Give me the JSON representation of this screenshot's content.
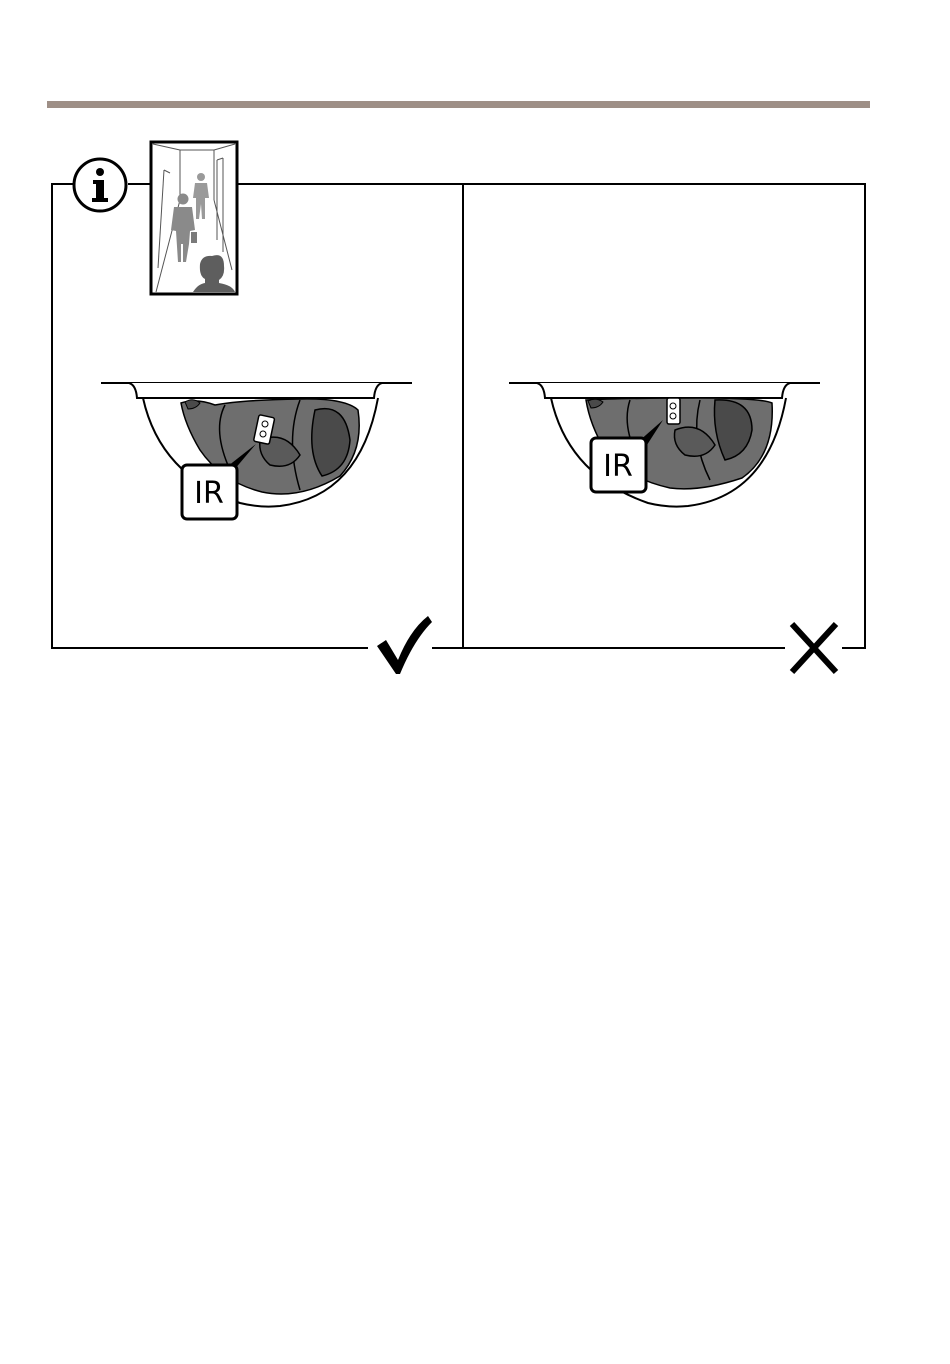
{
  "colors": {
    "header_rule": "#9e8f86",
    "frame": "#000000",
    "camera_body": "#6e6e6e",
    "camera_dark": "#4a4a4a",
    "silhouette": "#8a8a8a",
    "silhouette_dark": "#5e5e5e"
  },
  "header": {},
  "info": {
    "icon": "info-icon",
    "scene_thumbnail": "corridor-view-thumbnail"
  },
  "panels": {
    "correct": {
      "badge_text": "IR",
      "result_icon": "checkmark-icon"
    },
    "incorrect": {
      "badge_text": "IR",
      "result_icon": "cross-icon"
    }
  }
}
